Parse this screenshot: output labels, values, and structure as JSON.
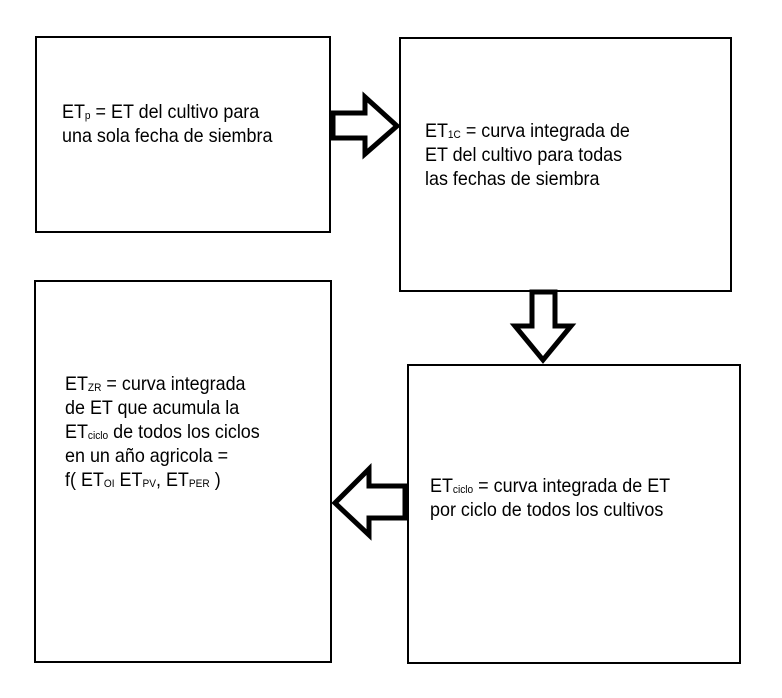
{
  "boxes": {
    "box_p": {
      "line1": {
        "pre": "ET",
        "sub": "p",
        "post": " = ET del cultivo para"
      },
      "line2": "una sola fecha de siembra"
    },
    "box_1c": {
      "line1": {
        "pre": "ET",
        "sub": "1C",
        "post": " = curva integrada de"
      },
      "line2": "ET del cultivo para todas",
      "line3": "las fechas de siembra"
    },
    "box_ciclo": {
      "line1": {
        "pre": "ET",
        "sub": "ciclo",
        "post": " = curva integrada de ET"
      },
      "line2": "por ciclo de todos los cultivos"
    },
    "box_zr": {
      "line1": {
        "pre": "ET",
        "sub": "ZR",
        "post": " = curva integrada"
      },
      "line2": "de ET que acumula la",
      "line3": {
        "pre": "ET",
        "sub": "ciclo",
        "post": " de todos los ciclos"
      },
      "line4": "en un año agricola =",
      "line5": {
        "p1": "f( ET",
        "s1": "OI",
        "p2": " ET",
        "s2": "PV",
        "p3": ", ET",
        "s3": "PER",
        "p4": " )"
      }
    }
  },
  "arrows": [
    {
      "from": "box_p",
      "to": "box_1c",
      "direction": "right"
    },
    {
      "from": "box_1c",
      "to": "box_ciclo",
      "direction": "down"
    },
    {
      "from": "box_ciclo",
      "to": "box_zr",
      "direction": "left"
    }
  ],
  "colors": {
    "stroke": "#000000",
    "fill": "#ffffff"
  }
}
